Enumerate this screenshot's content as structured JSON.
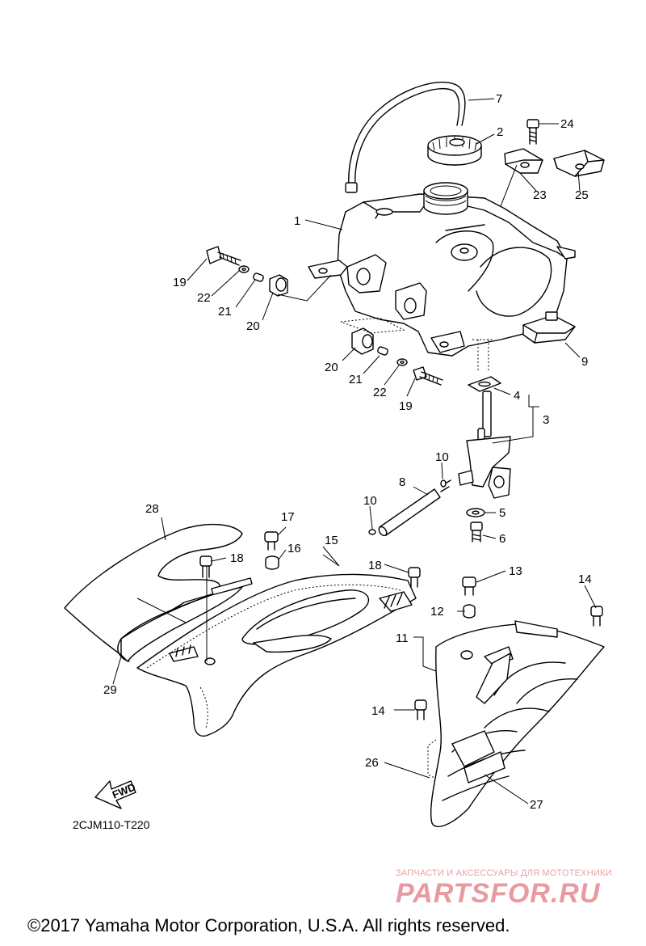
{
  "diagram": {
    "callouts": {
      "c1": "1",
      "c2": "2",
      "c3": "3",
      "c4": "4",
      "c5": "5",
      "c6": "6",
      "c7": "7",
      "c8": "8",
      "c9": "9",
      "c10a": "10",
      "c10b": "10",
      "c11": "11",
      "c12": "12",
      "c13": "13",
      "c14a": "14",
      "c14b": "14",
      "c15": "15",
      "c16": "16",
      "c17": "17",
      "c18a": "18",
      "c18b": "18",
      "c19a": "19",
      "c19b": "19",
      "c20a": "20",
      "c20b": "20",
      "c21a": "21",
      "c21b": "21",
      "c22a": "22",
      "c22b": "22",
      "c23": "23",
      "c24": "24",
      "c25": "25",
      "c26": "26",
      "c27": "27",
      "c28": "28",
      "c29": "29"
    },
    "fwd_label": "FWD",
    "diagram_code": "2CJM110-T220"
  },
  "watermark": {
    "tagline": "ЗАПЧАСТИ И АКСЕССУАРЫ ДЛЯ МОТОТЕХНИКИ",
    "brand": "PARTSFOR.RU"
  },
  "footer": {
    "copyright": "©2017 Yamaha Motor Corporation, U.S.A. All rights reserved."
  }
}
